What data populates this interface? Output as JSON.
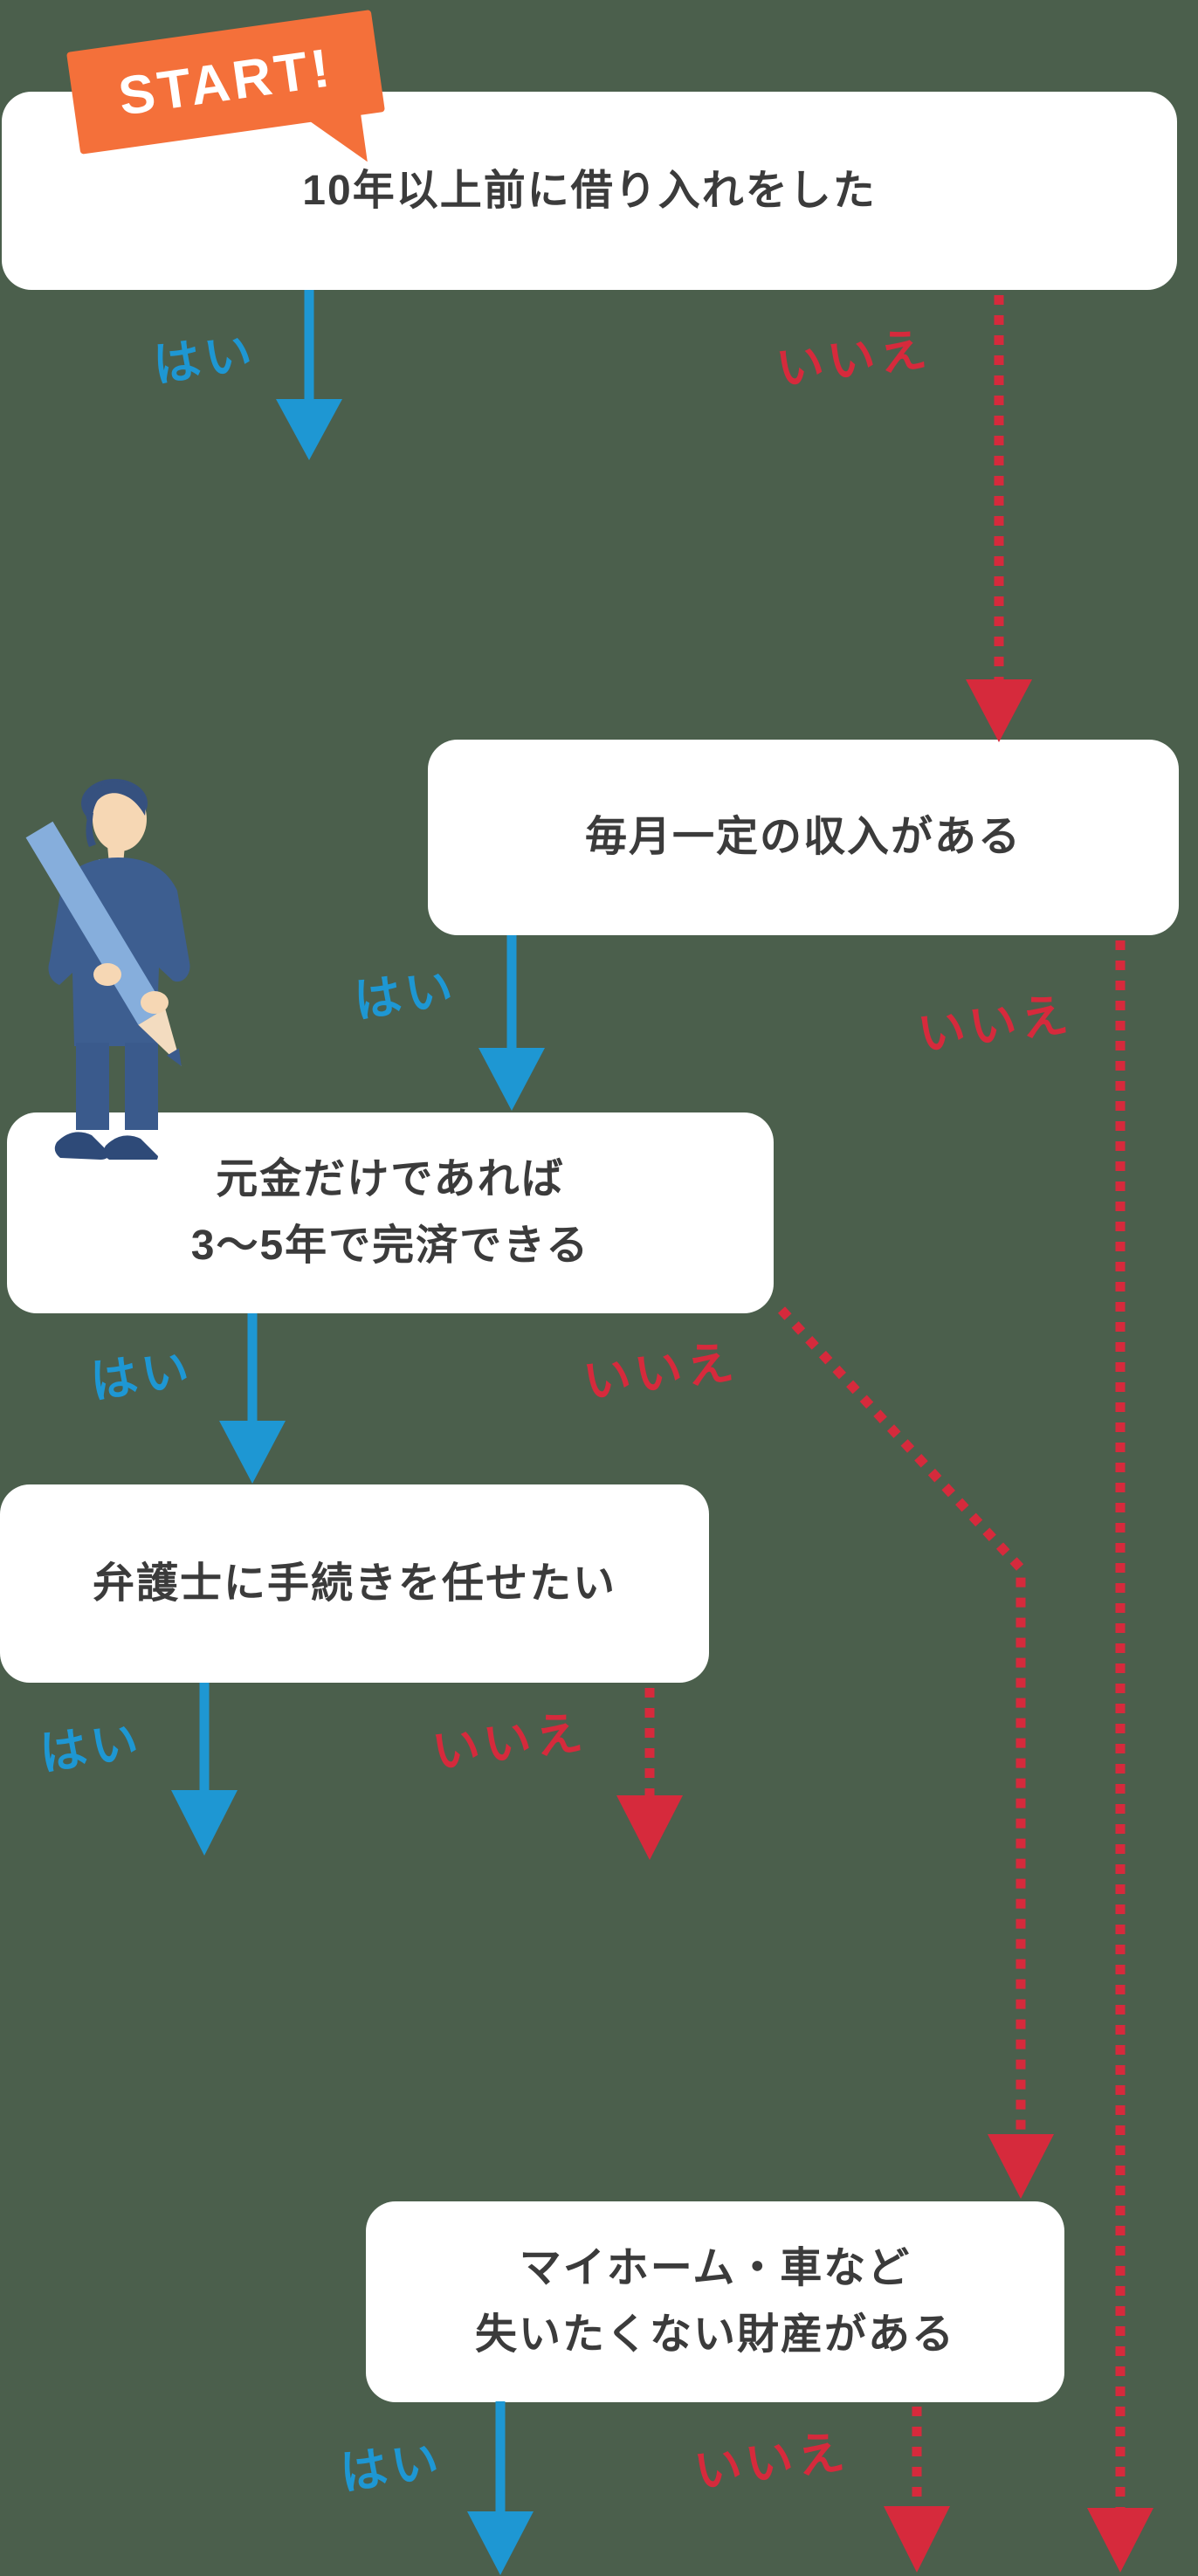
{
  "page": {
    "background_color": "#4B5F4C",
    "description": "Japanese debt-resolution decision flowchart"
  },
  "colors": {
    "yes_blue": "#1E97D3",
    "no_red": "#D62A3C",
    "start_orange": "#F4703A",
    "node_background": "#FFFFFF",
    "node_text": "#3B3B3B"
  },
  "start_badge": {
    "label": "START!"
  },
  "edge_labels": {
    "yes": "はい",
    "no": "いいえ"
  },
  "nodes": [
    {
      "text": "10年以上前に借り入れをした"
    },
    {
      "text": "毎月一定の収入がある"
    },
    {
      "line1": "元金だけであれば",
      "line2": "3〜5年で完済できる"
    },
    {
      "text": "弁護士に手続きを任せたい"
    },
    {
      "line1": "マイホーム・車など",
      "line2": "失いたくない財産がある"
    }
  ],
  "illustration": {
    "name": "businessman-holding-giant-pencil"
  }
}
